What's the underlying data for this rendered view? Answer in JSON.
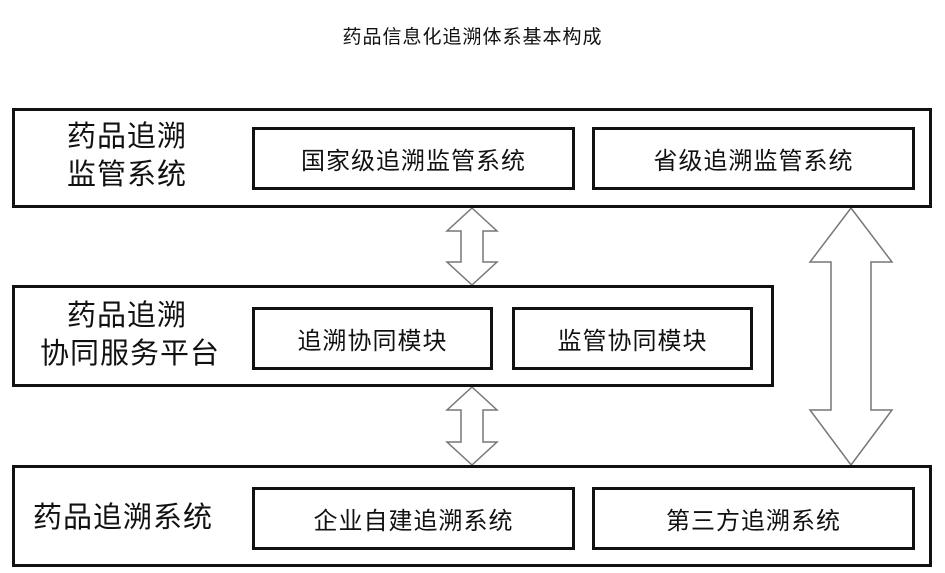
{
  "title": "药品信息化追溯体系基本构成",
  "layers": {
    "top": {
      "label_line1": "药品追溯",
      "label_line2": "监管系统",
      "boxes": [
        "国家级追溯监管系统",
        "省级追溯监管系统"
      ]
    },
    "middle": {
      "label_line1": "药品追溯",
      "label_line2": "协同服务平台",
      "boxes": [
        "追溯协同模块",
        "监管协同模块"
      ]
    },
    "bottom": {
      "label": "药品追溯系统",
      "boxes": [
        "企业自建追溯系统",
        "第三方追溯系统"
      ]
    }
  }
}
